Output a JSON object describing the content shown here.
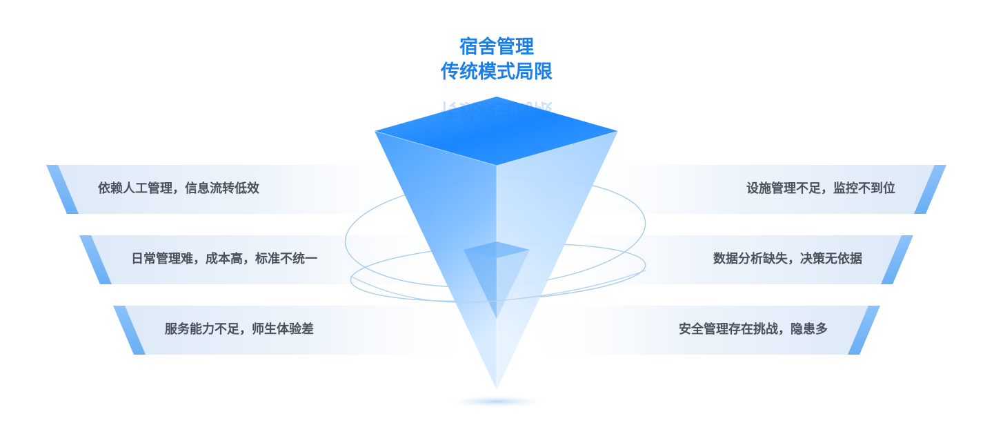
{
  "title": {
    "line1": "宿舍管理",
    "line2": "传统模式局限"
  },
  "left_items": [
    "依赖人工管理，信息流转低效",
    "日常管理难，成本高，标准不统一",
    "服务能力不足，师生体验差"
  ],
  "right_items": [
    "设施管理不足，监控不到位",
    "数据分析缺失，决策无依据",
    "安全管理存在挑战，隐患多"
  ],
  "colors": {
    "accent": "#1a7fe8",
    "pyramid_dark": "#1e8cff",
    "pyramid_light": "#cfe6ff",
    "band_stripe": "#7fbaf8",
    "band_fill": "#e8f1fb",
    "text": "#4a4f5a"
  }
}
